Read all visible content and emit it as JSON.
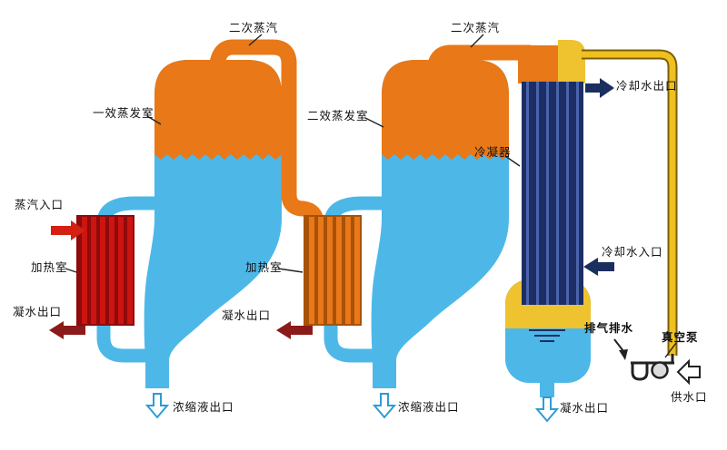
{
  "labels": {
    "secondary_steam_1": "二次蒸汽",
    "secondary_steam_2": "二次蒸汽",
    "effect1_evaporator": "一效蒸发室",
    "effect2_evaporator": "二效蒸发室",
    "steam_inlet": "蒸汽入口",
    "heating_chamber_1": "加热室",
    "heating_chamber_2": "加热室",
    "condensate_outlet_1": "凝水出口",
    "condensate_outlet_2": "凝水出口",
    "condensate_outlet_3": "凝水出口",
    "concentrate_outlet_1": "浓缩液出口",
    "concentrate_outlet_2": "浓缩液出口",
    "condenser": "冷凝器",
    "cooling_water_outlet": "冷却水出口",
    "cooling_water_inlet": "冷却水入口",
    "exhaust_drain": "排气排水",
    "vacuum_pump": "真空泵",
    "water_supply": "供水口"
  },
  "colors": {
    "vapor-orange": "#E87818",
    "liquid-blue": "#4DB8E8",
    "coil-red": "#CC1410",
    "coil-red-dark": "#8F0A0A",
    "coil-orange-dark": "#A85208",
    "condenser-navy": "#1C2E63",
    "condenser-stripe": "#4A64AD",
    "pipe-yellow": "#EFC020",
    "pipe-yellow-dark": "#7A6008",
    "tank-yellow": "#EFC230",
    "arrow-navy": "#1B2F5E",
    "arrow-darkred": "#8B1A1A",
    "arrow-red": "#D42010",
    "outline-blue": "#2E9BD6",
    "line-dark": "#222222"
  }
}
